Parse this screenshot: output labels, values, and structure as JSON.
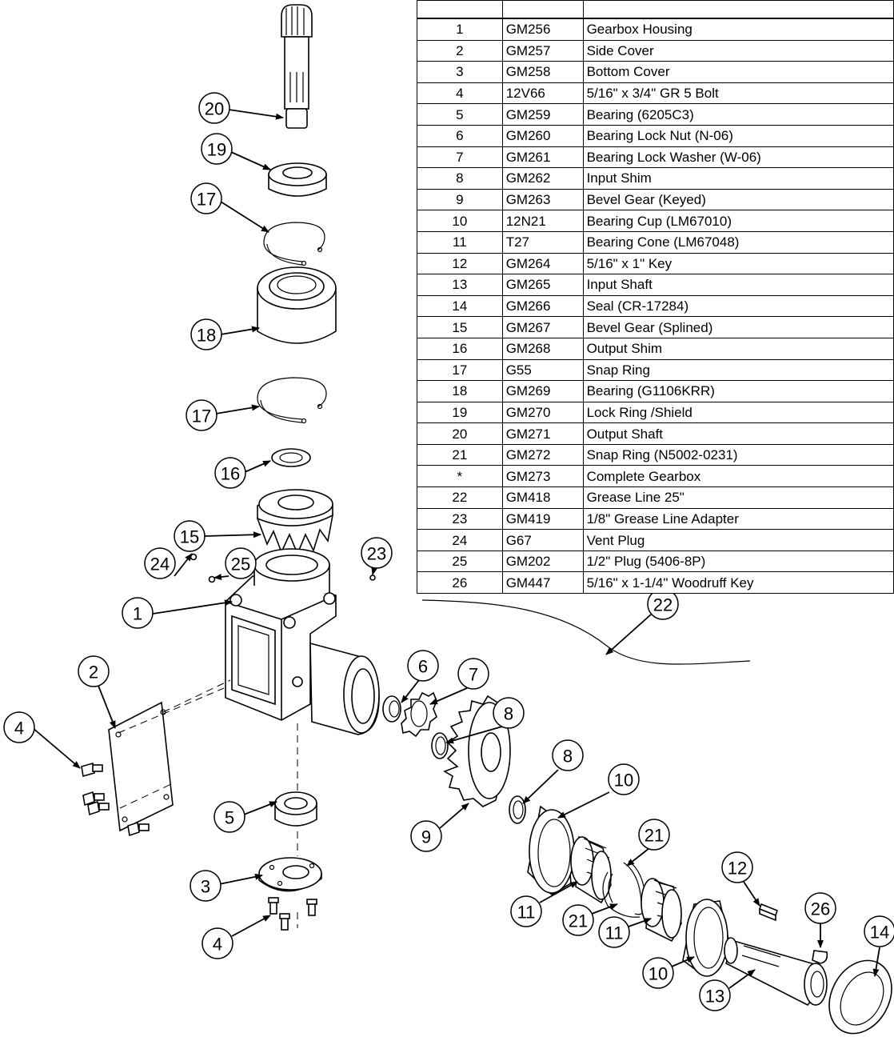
{
  "table": {
    "header": [
      "",
      "",
      ""
    ],
    "rows": [
      {
        "num": "1",
        "code": "GM256",
        "desc": "Gearbox Housing"
      },
      {
        "num": "2",
        "code": "GM257",
        "desc": "Side Cover"
      },
      {
        "num": "3",
        "code": "GM258",
        "desc": "Bottom Cover"
      },
      {
        "num": "4",
        "code": "12V66",
        "desc": "5/16\" x 3/4\" GR 5 Bolt"
      },
      {
        "num": "5",
        "code": "GM259",
        "desc": "Bearing (6205C3)"
      },
      {
        "num": "6",
        "code": "GM260",
        "desc": "Bearing Lock Nut (N-06)"
      },
      {
        "num": "7",
        "code": "GM261",
        "desc": "Bearing Lock Washer  (W-06)"
      },
      {
        "num": "8",
        "code": "GM262",
        "desc": "Input Shim"
      },
      {
        "num": "9",
        "code": "GM263",
        "desc": "Bevel Gear (Keyed)"
      },
      {
        "num": "10",
        "code": "12N21",
        "desc": "Bearing Cup (LM67010)"
      },
      {
        "num": "11",
        "code": "T27",
        "desc": "Bearing Cone (LM67048)"
      },
      {
        "num": "12",
        "code": "GM264",
        "desc": "5/16\" x 1\" Key"
      },
      {
        "num": "13",
        "code": "GM265",
        "desc": "Input Shaft"
      },
      {
        "num": "14",
        "code": "GM266",
        "desc": "Seal  (CR-17284)"
      },
      {
        "num": "15",
        "code": "GM267",
        "desc": "Bevel Gear (Splined)"
      },
      {
        "num": "16",
        "code": "GM268",
        "desc": "Output Shim"
      },
      {
        "num": "17",
        "code": "G55",
        "desc": "Snap Ring"
      },
      {
        "num": "18",
        "code": "GM269",
        "desc": "Bearing (G1106KRR)"
      },
      {
        "num": "19",
        "code": "GM270",
        "desc": "Lock Ring /Shield"
      },
      {
        "num": "20",
        "code": "GM271",
        "desc": "Output Shaft"
      },
      {
        "num": "21",
        "code": "GM272",
        "desc": "Snap Ring  (N5002-0231)"
      },
      {
        "num": "*",
        "code": "GM273",
        "desc": "Complete Gearbox"
      },
      {
        "num": "22",
        "code": "GM418",
        "desc": "Grease Line 25\""
      },
      {
        "num": "23",
        "code": "GM419",
        "desc": "1/8\" Grease Line Adapter"
      },
      {
        "num": "24",
        "code": "G67",
        "desc": "Vent Plug"
      },
      {
        "num": "25",
        "code": "GM202",
        "desc": "1/2\" Plug (5406-8P)"
      },
      {
        "num": "26",
        "code": "GM447",
        "desc": "5/16\" x 1-1/4\" Woodruff Key"
      }
    ]
  },
  "callouts": {
    "c20": "20",
    "c19": "19",
    "c17a": "17",
    "c18": "18",
    "c17b": "17",
    "c16": "16",
    "c15": "15",
    "c24": "24",
    "c25": "25",
    "c23": "23",
    "c1": "1",
    "c22": "22",
    "c2": "2",
    "c6": "6",
    "c7": "7",
    "c4a": "4",
    "c8a": "8",
    "c8b": "8",
    "c10a": "10",
    "c5": "5",
    "c21a": "21",
    "c9": "9",
    "c12": "12",
    "c3": "3",
    "c11a": "11",
    "c26": "26",
    "c14": "14",
    "c21b": "21",
    "c11b": "11",
    "c4b": "4",
    "c10b": "10",
    "c13": "13"
  }
}
